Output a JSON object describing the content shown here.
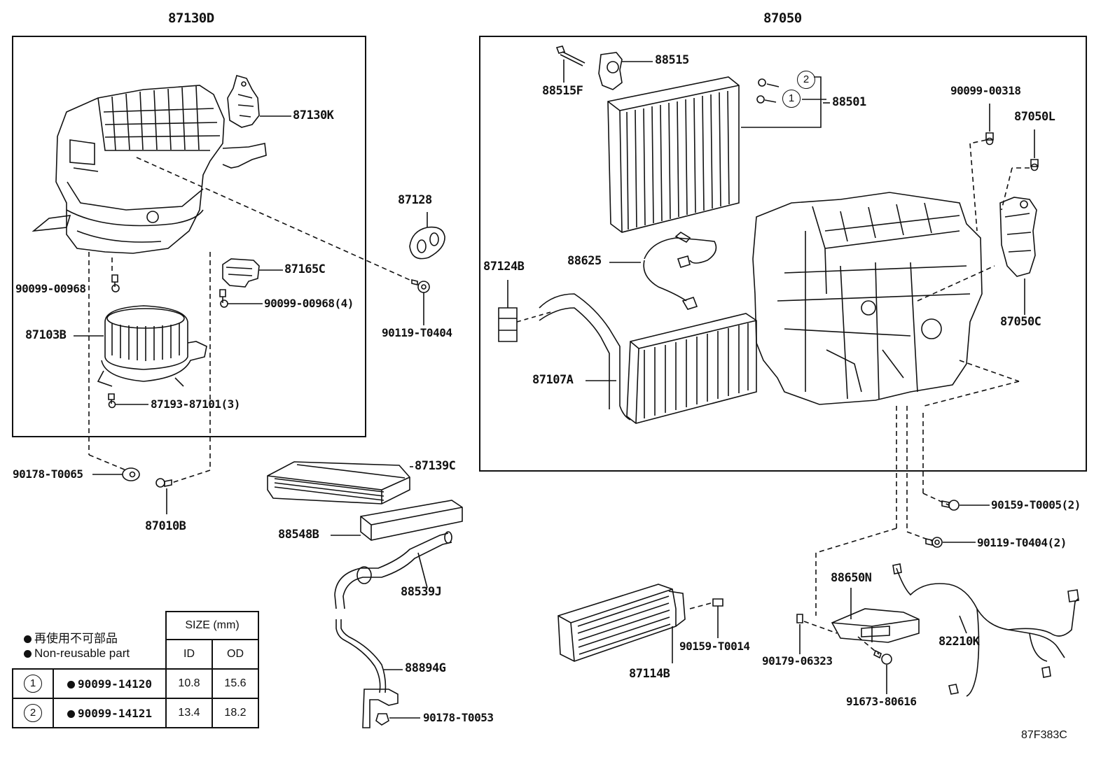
{
  "groups": {
    "blower_unit": "87130D",
    "ac_unit": "87050"
  },
  "parts": {
    "p87130K": "87130K",
    "p87128": "87128",
    "p87165C": "87165C",
    "p90099_00968_a": "90099-00968",
    "p90099_00968_b": "90099-00968(4)",
    "p87103B": "87103B",
    "p90119_T0404": "90119-T0404",
    "p87193_87101": "87193-87101(3)",
    "p90178_T0065": "90178-T0065",
    "p87010B": "87010B",
    "p87139C": "87139C",
    "p88548B": "88548B",
    "p88539J": "88539J",
    "p88894G": "88894G",
    "p90178_T0053": "90178-T0053",
    "p88515": "88515",
    "p88515F": "88515F",
    "p88501": "88501",
    "p90099_00318": "90099-00318",
    "p87050L": "87050L",
    "p87124B": "87124B",
    "p88625": "88625",
    "p87050C": "87050C",
    "p87107A": "87107A",
    "p90159_T0005": "90159-T0005(2)",
    "p90119_T0404_2": "90119-T0404(2)",
    "p88650N": "88650N",
    "p82210K": "82210K",
    "p90159_T0014": "90159-T0014",
    "p87114B": "87114B",
    "p90179_06323": "90179-06323",
    "p91673_80616": "91673-80616"
  },
  "circle_markers": {
    "c1": "1",
    "c2": "2"
  },
  "legend": {
    "note_jp": "再使用不可部品",
    "note_en": "Non-reusable part",
    "size_header": "SIZE (mm)",
    "col_id": "ID",
    "col_od": "OD",
    "rows": [
      {
        "marker": "1",
        "part": "90099-14120",
        "id": "10.8",
        "od": "15.6"
      },
      {
        "marker": "2",
        "part": "90099-14121",
        "id": "13.4",
        "od": "18.2"
      }
    ]
  },
  "diagram_code": "87F383C"
}
